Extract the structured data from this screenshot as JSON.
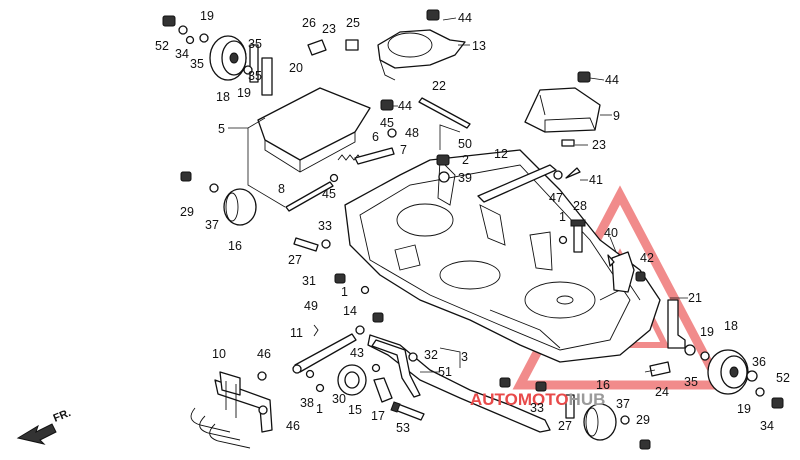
{
  "diagram": {
    "callouts": {
      "c1a": "1",
      "c1b": "1",
      "c1c": "1",
      "c2": "2",
      "c3": "3",
      "c5": "5",
      "c6": "6",
      "c7": "7",
      "c8": "8",
      "c9": "9",
      "c10": "10",
      "c11": "11",
      "c12": "12",
      "c13": "13",
      "c14": "14",
      "c15": "15",
      "c16a": "16",
      "c16b": "16",
      "c17": "17",
      "c18a": "18",
      "c18b": "18",
      "c19a": "19",
      "c19b": "19",
      "c19c": "19",
      "c19d": "19",
      "c20": "20",
      "c21": "21",
      "c22": "22",
      "c23a": "23",
      "c23b": "23",
      "c24": "24",
      "c25": "25",
      "c26": "26",
      "c27a": "27",
      "c27b": "27",
      "c28": "28",
      "c29a": "29",
      "c29b": "29",
      "c30": "30",
      "c31": "31",
      "c32": "32",
      "c33a": "33",
      "c33b": "33",
      "c34": "34",
      "c35a": "35",
      "c35b": "35",
      "c35c": "35",
      "c36": "36",
      "c37a": "37",
      "c37b": "37",
      "c38": "38",
      "c39": "39",
      "c40": "40",
      "c41": "41",
      "c42": "42",
      "c43": "43",
      "c44a": "44",
      "c44b": "44",
      "c44c": "44",
      "c45a": "45",
      "c45b": "45",
      "c46a": "46",
      "c46b": "46",
      "c47": "47",
      "c48": "48",
      "c49": "49",
      "c50": "50",
      "c51": "51",
      "c52a": "52",
      "c52b": "52",
      "c53": "53"
    },
    "direction_label": "FR.",
    "watermark": {
      "text_part1": "AUTOMOTO",
      "text_part2": "HUB",
      "color_primary": "#e84a4a",
      "color_secondary": "#9a9a9a"
    }
  }
}
